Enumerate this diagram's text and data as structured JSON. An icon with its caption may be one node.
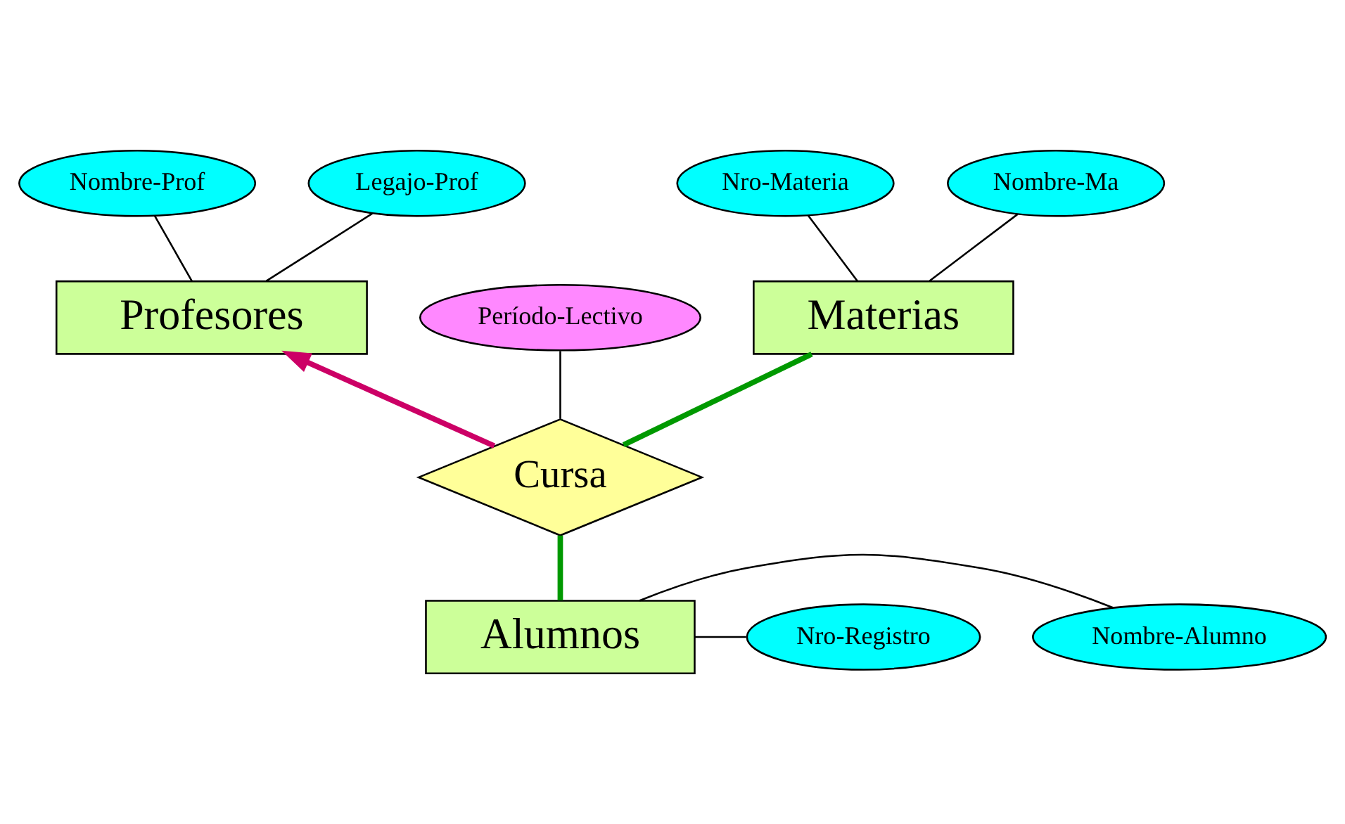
{
  "diagram": {
    "nodes": [
      {
        "text": [
          "Nombre-Prof"
        ]
      },
      {
        "text": [
          "Legajo-Prof"
        ]
      },
      {
        "text": [
          "Nro-Materia"
        ]
      },
      {
        "text": [
          "Nombre-Ma"
        ]
      },
      {
        "text": [
          "Profesores"
        ]
      },
      {
        "text": [
          "Materias"
        ]
      },
      {
        "text": [
          "Período-Lectivo"
        ]
      },
      {
        "text": [
          "Cursa"
        ]
      },
      {
        "text": [
          "Alumnos"
        ]
      },
      {
        "text": [
          "Nombre-Alumno"
        ]
      },
      {
        "text": [
          "Nro-Registro"
        ]
      }
    ],
    "edges": [
      {
        "from": 0,
        "to": 4,
        "arrow": "none"
      },
      {
        "from": 1,
        "to": 4,
        "arrow": "none"
      },
      {
        "from": 2,
        "to": 5,
        "arrow": "none"
      },
      {
        "from": 3,
        "to": 5,
        "arrow": "none"
      },
      {
        "from": 6,
        "to": 7,
        "arrow": "none"
      },
      {
        "from": 7,
        "to": 4,
        "arrow": "to",
        "style": "thick",
        "color": "#cc0066"
      },
      {
        "from": 7,
        "to": 5,
        "arrow": "none",
        "style": "thick",
        "color": "#009900"
      },
      {
        "from": 7,
        "to": 8,
        "arrow": "none",
        "style": "thick",
        "color": "#009900"
      },
      {
        "from": 8,
        "to": 9,
        "arrow": "none"
      },
      {
        "from": 8,
        "to": 10,
        "arrow": "none"
      }
    ]
  }
}
